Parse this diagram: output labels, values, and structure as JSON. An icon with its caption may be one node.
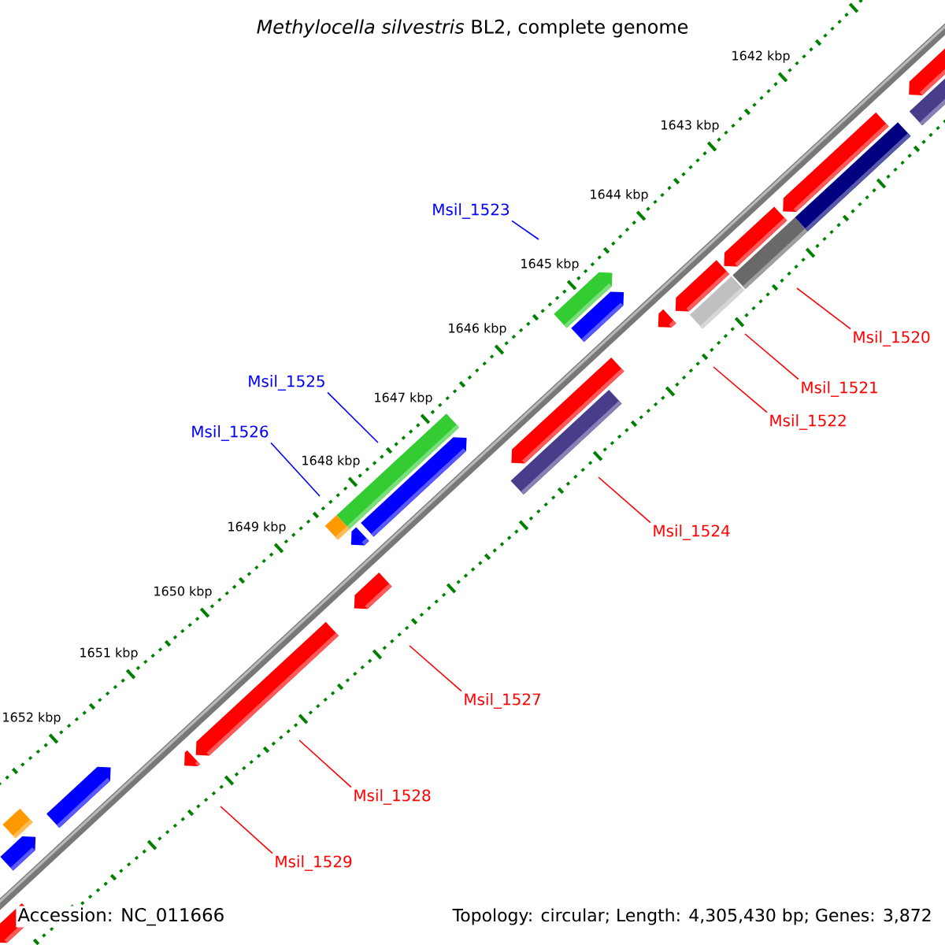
{
  "diagram": {
    "title": "*Methylocella silvestris* BL2, complete genome",
    "nodes": [
      {
        "text": [
          "Msil_1523"
        ]
      },
      {
        "text": [
          "Msil_1520"
        ]
      },
      {
        "text": [
          "Msil_1525"
        ]
      },
      {
        "text": [
          "Msil_1521"
        ]
      },
      {
        "text": [
          "Msil_1522"
        ]
      },
      {
        "text": [
          "Msil_1526"
        ]
      },
      {
        "text": [
          "Msil_1524"
        ]
      },
      {
        "text": [
          "Msil_1527"
        ]
      },
      {
        "text": [
          "Msil_1528"
        ]
      },
      {
        "text": [
          "Msil_1529"
        ]
      }
    ],
    "edges": [
      {
        "from": 0,
        "to": null,
        "arrow": "none",
        "color": "#0000ff"
      },
      {
        "from": 1,
        "to": null,
        "arrow": "none"
      },
      {
        "from": 2,
        "to": null,
        "arrow": "none",
        "color": "#0000ff"
      },
      {
        "from": 3,
        "to": null,
        "arrow": "none"
      },
      {
        "from": 4,
        "to": null,
        "arrow": "none"
      },
      {
        "from": 5,
        "to": null,
        "arrow": "none",
        "color": "#0000ff"
      },
      {
        "from": 6,
        "to": null,
        "arrow": "none"
      },
      {
        "from": 7,
        "to": null,
        "arrow": "none"
      },
      {
        "from": 8,
        "to": null,
        "arrow": "none"
      },
      {
        "from": 9,
        "to": null,
        "arrow": "none"
      }
    ],
    "labels": [
      "1642 kbp",
      "1643 kbp",
      "1644 kbp",
      "1645 kbp",
      "1646 kbp",
      "1647 kbp",
      "1648 kbp",
      "1649 kbp",
      "1650 kbp",
      "1651 kbp",
      "1652 kbp",
      "Accession: NC_011666",
      "Topology: circular; Length: 4,305,430 bp; Genes: 3,872"
    ]
  }
}
